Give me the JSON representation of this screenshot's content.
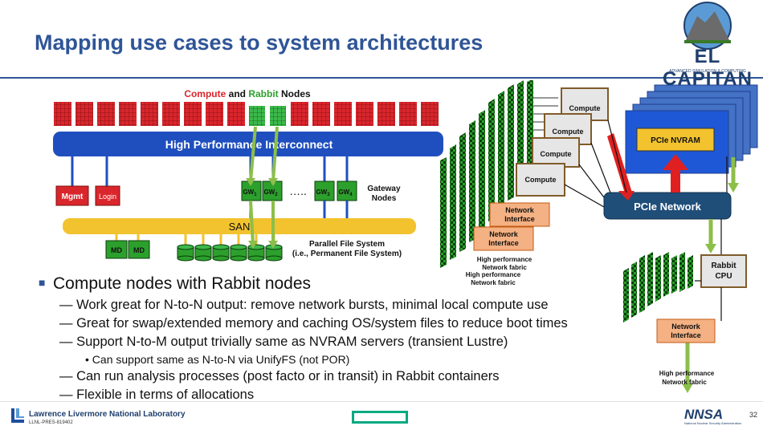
{
  "slide": {
    "title": "Mapping use cases to system architectures",
    "page_number": "32"
  },
  "logo": {
    "name": "EL CAPITAN",
    "subtitle": "ADVANCED SIMULATION & COMPUTING"
  },
  "left_diagram": {
    "heading_compute": "Compute",
    "heading_and": " and ",
    "heading_rabbit": "Rabbit",
    "heading_nodes": " Nodes",
    "interconnect": "High Performance Interconnect",
    "mgmt": "Mgmt",
    "login": "Login",
    "gw1": "GW",
    "gw1_sub": "1",
    "gw2": "GW",
    "gw2_sub": "2",
    "dots": "…..",
    "gw3": "GW",
    "gw3_sub": "3",
    "gw4": "GW",
    "gw4_sub": "4",
    "gateway_line1": "Gateway",
    "gateway_line2": "Nodes",
    "san": "SAN",
    "md1": "MD",
    "md2": "MD",
    "pfs_line1": "Parallel File System",
    "pfs_line2": "(i.e., Permanent File System)"
  },
  "right_diagram": {
    "compute1": "Compute",
    "compute2": "Compute",
    "compute3": "Compute",
    "compute4": "Compute",
    "ni1_line1": "Network",
    "ni1_line2": "Interface",
    "ni2_line1": "Network",
    "ni2_line2": "Interface",
    "fabric1_line1": "High performance",
    "fabric1_line2": "Network  fabric",
    "fabric2_line1": "High performance",
    "fabric2_line2": "Network  fabric",
    "nvram": "PCIe NVRAM",
    "pcie_network": "PCIe Network",
    "rabbit_line1": "Rabbit",
    "rabbit_line2": "CPU",
    "ni3_line1": "Network",
    "ni3_line2": "Interface",
    "fabric3_line1": "High performance",
    "fabric3_line2": "Network  fabric"
  },
  "bullets": {
    "main": "Compute nodes with Rabbit nodes",
    "sub1": "Work great for N-to-N output: remove network bursts, minimal local compute use",
    "sub2": "Great for swap/extended memory and caching OS/system files to reduce boot times",
    "sub3": "Support N-to-M output trivially same as NVRAM servers (transient Lustre)",
    "sub3a": "Can support same as N-to-N via UnifyFS (not POR)",
    "sub4": "Can run analysis processes (post facto or in transit) in Rabbit containers",
    "sub5": "Flexible in terms of allocations",
    "dash": "—",
    "dot": "•"
  },
  "footer": {
    "lab": "Lawrence Livermore National Laboratory",
    "code": "LLNL-PRES-819402",
    "nnsa": "NNSA",
    "nnsa_sub": "National Nuclear Security Administration"
  },
  "colors": {
    "title_blue": "#2f5597",
    "interconnect_blue": "#1f4fbf",
    "compute_red": "#d9262c",
    "rabbit_green": "#2ca02c",
    "san_yellow": "#f2c32e",
    "pcie_navy": "#1f4e79",
    "arrow_green": "#8cbf4a",
    "ni_salmon": "#f4b183"
  }
}
